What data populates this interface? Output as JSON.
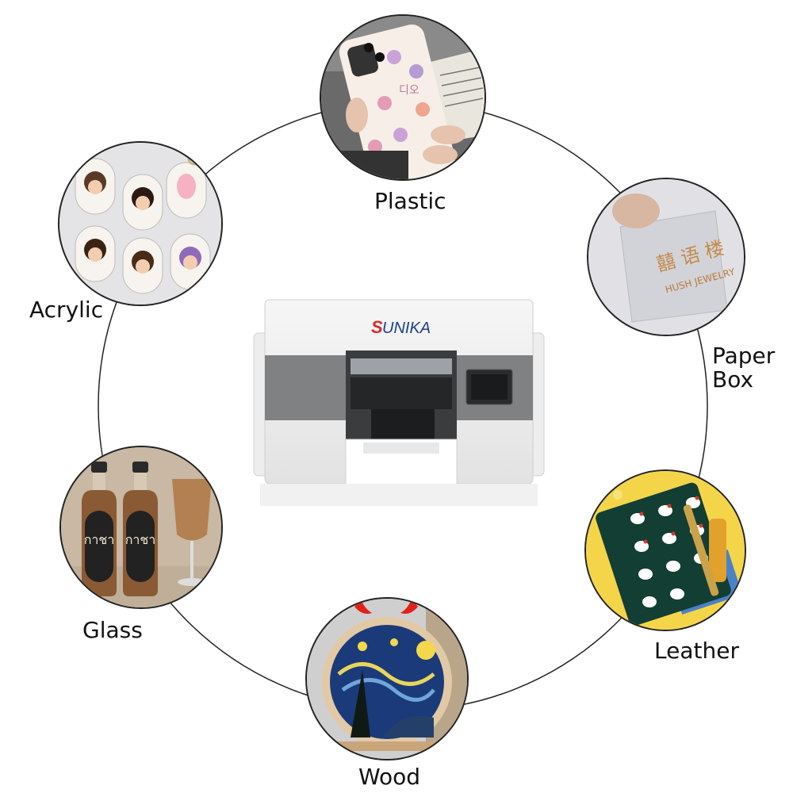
{
  "materials": {
    "plastic": {
      "label": "Plastic"
    },
    "paper_box": {
      "label_line1": "Paper",
      "label_line2": "Box"
    },
    "leather": {
      "label": "Leather"
    },
    "wood": {
      "label": "Wood"
    },
    "glass": {
      "label": "Glass"
    },
    "acrylic": {
      "label": "Acrylic"
    }
  },
  "printer": {
    "brand_logo": "SUNIKA"
  },
  "glass_bottle_text": "กาชา"
}
